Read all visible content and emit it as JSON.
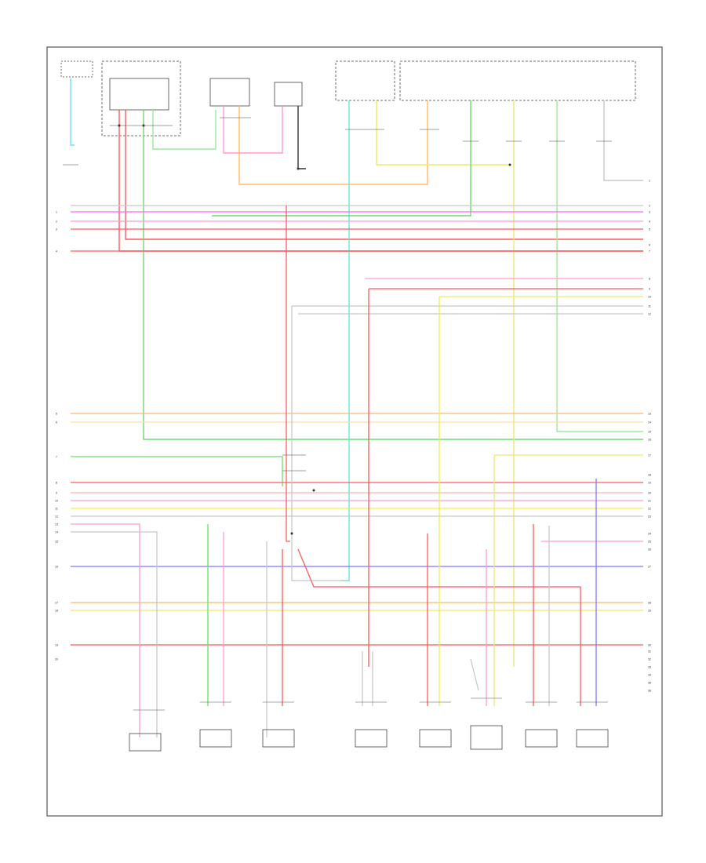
{
  "colors": {
    "frame": "#555555",
    "red": "#ff5a5a",
    "pink": "#ff9ad2",
    "magenta": "#ff66ff",
    "green": "#6ddc6d",
    "light_green": "#9ce89c",
    "yellow": "#ecec66",
    "orange": "#ffb870",
    "cyan": "#66e6e6",
    "gray": "#c8c8c8",
    "blue": "#7a7aff",
    "black": "#333333"
  },
  "wires_left_codes": [
    "1",
    "2",
    "3",
    "4",
    "5",
    "6",
    "7",
    "8",
    "9",
    "10",
    "11",
    "12",
    "13",
    "14",
    "15",
    "16",
    "17",
    "18",
    "19",
    "20"
  ],
  "wires_right_codes": [
    "1",
    "2",
    "3",
    "4",
    "5",
    "6",
    "7",
    "8",
    "9",
    "10",
    "11",
    "12",
    "13",
    "14",
    "15",
    "16",
    "17",
    "18",
    "19",
    "20",
    "21",
    "22",
    "23",
    "24",
    "25",
    "26",
    "27",
    "28",
    "29",
    "30",
    "31",
    "32",
    "33",
    "34",
    "35",
    "36"
  ]
}
